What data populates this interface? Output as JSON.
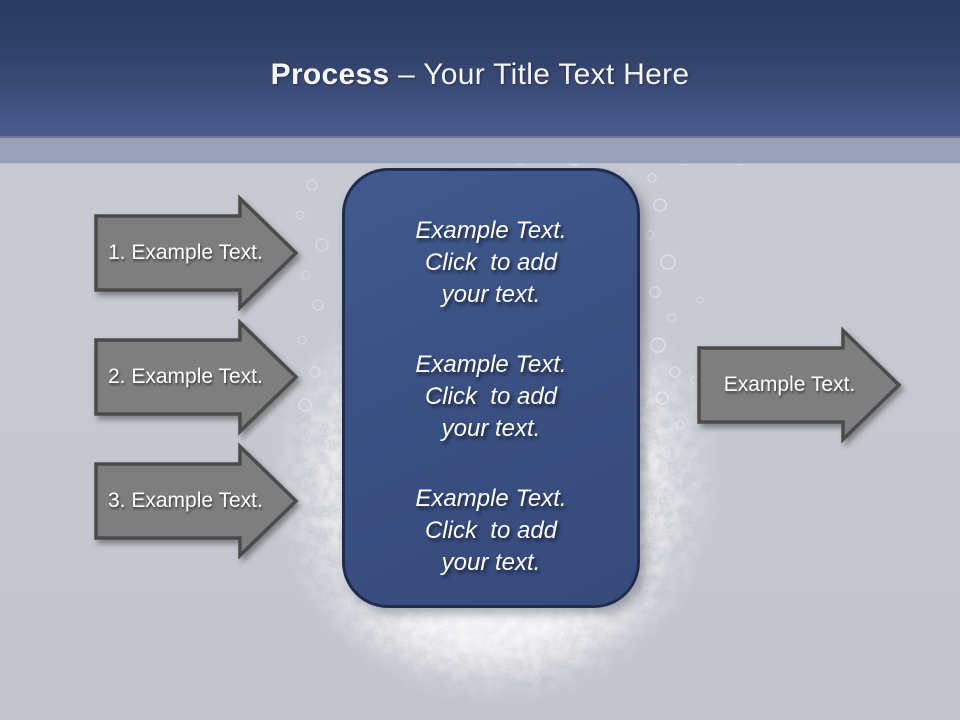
{
  "title": {
    "bold": "Process",
    "rest": " – Your Title Text Here"
  },
  "left_arrows": [
    {
      "label": "1. Example Text."
    },
    {
      "label": "2. Example Text."
    },
    {
      "label": "3. Example Text."
    }
  ],
  "right_arrow": {
    "label": "Example Text."
  },
  "center_box": {
    "paragraphs": [
      {
        "lines": [
          "Example Text.",
          "Click  to add",
          "your text."
        ]
      },
      {
        "lines": [
          "Example Text.",
          "Click  to add",
          "your text."
        ]
      },
      {
        "lines": [
          "Example Text.",
          "Click  to add",
          "your text."
        ]
      }
    ]
  },
  "colors": {
    "header_top": "#2b3a5f",
    "header_bottom": "#4a5b8f",
    "divider_band": "#9aa0b7",
    "background": "#c7c9d1",
    "box_fill": "#3b5183",
    "box_border": "#1f2c4e",
    "arrow_fill": "#7e7e7e",
    "arrow_border": "#4b4b4b",
    "text": "#ffffff"
  }
}
